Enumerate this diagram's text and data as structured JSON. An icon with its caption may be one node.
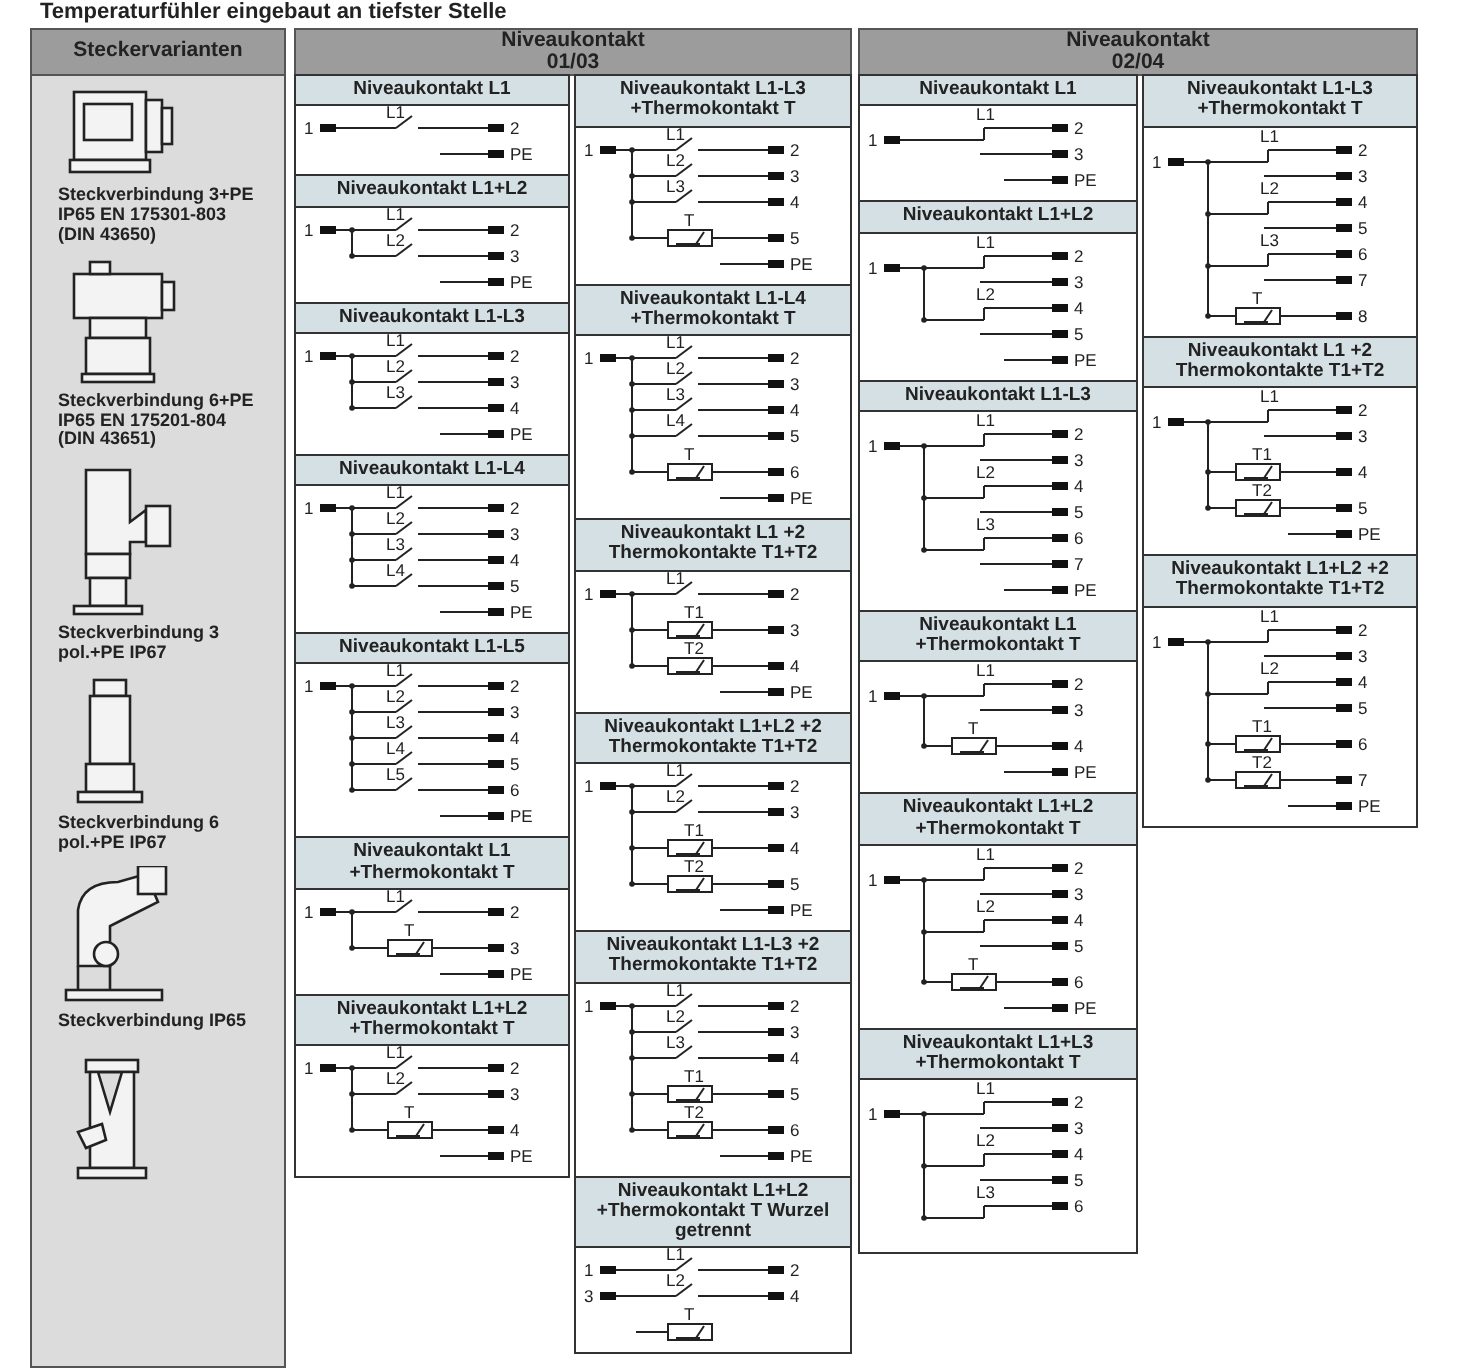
{
  "diagram": {
    "title": "Temperaturfühler eingebaut an tiefster Stelle",
    "nodes": [
      {
        "text": [
          "Steckervarianten"
        ]
      },
      {
        "text": [
          "Niveaukontakt 01/03"
        ]
      },
      {
        "text": [
          "Niveaukontakt 02/04"
        ]
      },
      {
        "text": [
          "Steckverbindung 3+PE IP65 EN 175301-803 (DIN 43650)"
        ]
      },
      {
        "text": [
          "Steckverbindung 6+PE IP65 EN 175201-804 (DIN 43651)"
        ]
      },
      {
        "text": [
          "Steckverbindung 3 pol.+PE IP67"
        ]
      },
      {
        "text": [
          "Steckverbindung 6 pol.+PE IP67"
        ]
      },
      {
        "text": [
          "Steckverbindung IP65"
        ]
      },
      {
        "text": [],
        "shape": "picture"
      },
      {
        "text": [
          "Niveaukontakt L1",
          "1",
          "L1",
          "2",
          "PE"
        ]
      },
      {
        "text": [
          "Niveaukontakt L1+L2",
          "1",
          "L1",
          "2",
          "L2",
          "3",
          "PE"
        ]
      },
      {
        "text": [
          "Niveaukontakt L1-L3",
          "1",
          "L1",
          "2",
          "L2",
          "3",
          "L3",
          "4",
          "PE"
        ]
      },
      {
        "text": [
          "Niveaukontakt L1-L4",
          "1",
          "L1",
          "2",
          "L2",
          "3",
          "L3",
          "4",
          "L4",
          "5",
          "PE"
        ]
      },
      {
        "text": [
          "Niveaukontakt L1-L5",
          "1",
          "L1",
          "2",
          "L2",
          "3",
          "L3",
          "4",
          "L4",
          "5",
          "L5",
          "6",
          "PE"
        ]
      },
      {
        "text": [
          "Niveaukontakt L1 +Thermokontakt T",
          "1",
          "L1",
          "2",
          "T",
          "3",
          "PE"
        ]
      },
      {
        "text": [
          "Niveaukontakt L1+L2 +Thermokontakt T",
          "1",
          "L1",
          "2",
          "L2",
          "3",
          "T",
          "4",
          "PE"
        ]
      },
      {
        "text": [
          "Niveaukontakt L1-L3 +Thermokontakt T",
          "1",
          "L1",
          "2",
          "L2",
          "3",
          "L3",
          "4",
          "T",
          "5",
          "PE"
        ]
      },
      {
        "text": [
          "Niveaukontakt L1-L4 +Thermokontakt T",
          "1",
          "L1",
          "2",
          "L2",
          "3",
          "L3",
          "4",
          "L4",
          "5",
          "T",
          "6",
          "PE"
        ]
      },
      {
        "text": [
          "Niveaukontakt L1 +2 Thermokontakte T1+T2",
          "1",
          "L1",
          "2",
          "T1",
          "3",
          "T2",
          "4",
          "PE"
        ]
      },
      {
        "text": [
          "Niveaukontakt L1+L2 +2 Thermokontakte T1+T2",
          "1",
          "L1",
          "2",
          "L2",
          "3",
          "T1",
          "4",
          "T2",
          "5",
          "PE"
        ]
      },
      {
        "text": [
          "Niveaukontakt L1-L3 +2 Thermokontakte T1+T2",
          "1",
          "L1",
          "2",
          "L2",
          "3",
          "L3",
          "4",
          "T1",
          "5",
          "T2",
          "6",
          "PE"
        ]
      },
      {
        "text": [
          "Niveaukontakt L1+L2 +Thermokontakt T Wurzel getrennt",
          "1",
          "L1",
          "2",
          "3",
          "L2",
          "4",
          "T"
        ]
      },
      {
        "text": [
          "Niveaukontakt L1",
          "1",
          "L1",
          "2",
          "3",
          "PE"
        ]
      },
      {
        "text": [
          "Niveaukontakt L1+L2",
          "1",
          "L1",
          "2",
          "3",
          "L2",
          "4",
          "5",
          "PE"
        ]
      },
      {
        "text": [
          "Niveaukontakt L1-L3",
          "1",
          "L1",
          "2",
          "3",
          "L2",
          "4",
          "5",
          "L3",
          "6",
          "7",
          "PE"
        ]
      },
      {
        "text": [
          "Niveaukontakt L1 +Thermokontakt T",
          "1",
          "L1",
          "2",
          "3",
          "T",
          "4",
          "PE"
        ]
      },
      {
        "text": [
          "Niveaukontakt L1+L2 +Thermokontakt T",
          "1",
          "L1",
          "2",
          "3",
          "L2",
          "4",
          "5",
          "T",
          "6",
          "PE"
        ]
      },
      {
        "text": [
          "Niveaukontakt L1+L3 +Thermokontakt T",
          "1",
          "L1",
          "2",
          "3",
          "L2",
          "4",
          "5",
          "L3",
          "6"
        ]
      },
      {
        "text": [
          "Niveaukontakt L1-L3 +Thermokontakt T",
          "1",
          "L1",
          "2",
          "3",
          "L2",
          "4",
          "5",
          "L3",
          "6",
          "7",
          "T",
          "8"
        ]
      },
      {
        "text": [
          "Niveaukontakt L1 +2 Thermokontakte T1+T2",
          "1",
          "L1",
          "2",
          "3",
          "T1",
          "4",
          "T2",
          "5",
          "PE"
        ]
      },
      {
        "text": [
          "Niveaukontakt L1+L2 +2 Thermokontakte T1+T2",
          "1",
          "L1",
          "2",
          "3",
          "L2",
          "4",
          "5",
          "T1",
          "6",
          "T2",
          "7",
          "PE"
        ]
      }
    ]
  }
}
